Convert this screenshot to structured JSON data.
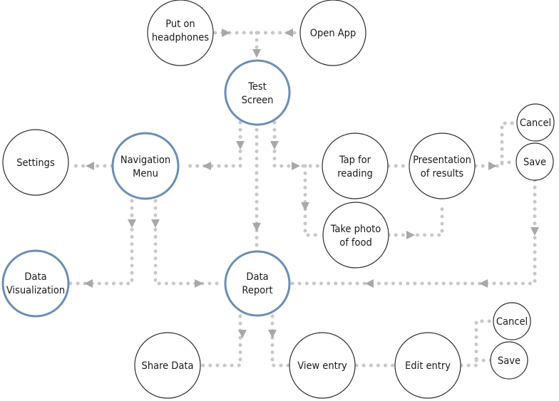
{
  "colors": {
    "highlight": "#6b8db5",
    "connector": "#c8c8c8",
    "arrow": "#a8a8a8"
  },
  "nodes": {
    "put_on_headphones": [
      "Put on",
      "headphones"
    ],
    "open_app": [
      "Open App"
    ],
    "test_screen": [
      "Test",
      "Screen"
    ],
    "settings": [
      "Settings"
    ],
    "navigation_menu": [
      "Navigation",
      "Menu"
    ],
    "tap_for_reading": [
      "Tap for",
      "reading"
    ],
    "presentation_of_results": [
      "Presentation",
      "of results"
    ],
    "cancel_top": [
      "Cancel"
    ],
    "save_top": [
      "Save"
    ],
    "take_photo_of_food": [
      "Take photo",
      "of food"
    ],
    "data_visualization": [
      "Data",
      "Visualization"
    ],
    "data_report": [
      "Data",
      "Report"
    ],
    "share_data": [
      "Share Data"
    ],
    "view_entry": [
      "View entry"
    ],
    "edit_entry": [
      "Edit entry"
    ],
    "cancel_bottom": [
      "Cancel"
    ],
    "save_bottom": [
      "Save"
    ]
  }
}
